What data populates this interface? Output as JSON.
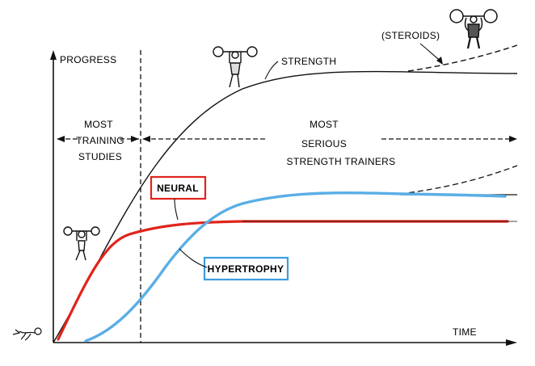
{
  "diagram": {
    "axis_y_label": "PROGRESS",
    "axis_x_label": "TIME",
    "region_left": {
      "line1": "MOST",
      "line2": "TRAINING",
      "line3": "STUDIES"
    },
    "region_right": {
      "line1": "MOST",
      "line2": "SERIOUS",
      "line3": "STRENGTH TRAINERS"
    },
    "curves": {
      "strength": {
        "label": "STRENGTH",
        "color": "#111111"
      },
      "steroids": {
        "label": "(STEROIDS)",
        "color": "#111111"
      },
      "neural": {
        "label": "NEURAL",
        "color": "#e0241b",
        "box_color": "#e0241b"
      },
      "hypertrophy": {
        "label": "HYPERTROPHY",
        "color": "#5aaee6",
        "box_color": "#3a9ee0"
      }
    },
    "figures": [
      "lifter-small-icon",
      "lifter-medium-icon",
      "lifter-large-icon",
      "baby-icon"
    ]
  }
}
